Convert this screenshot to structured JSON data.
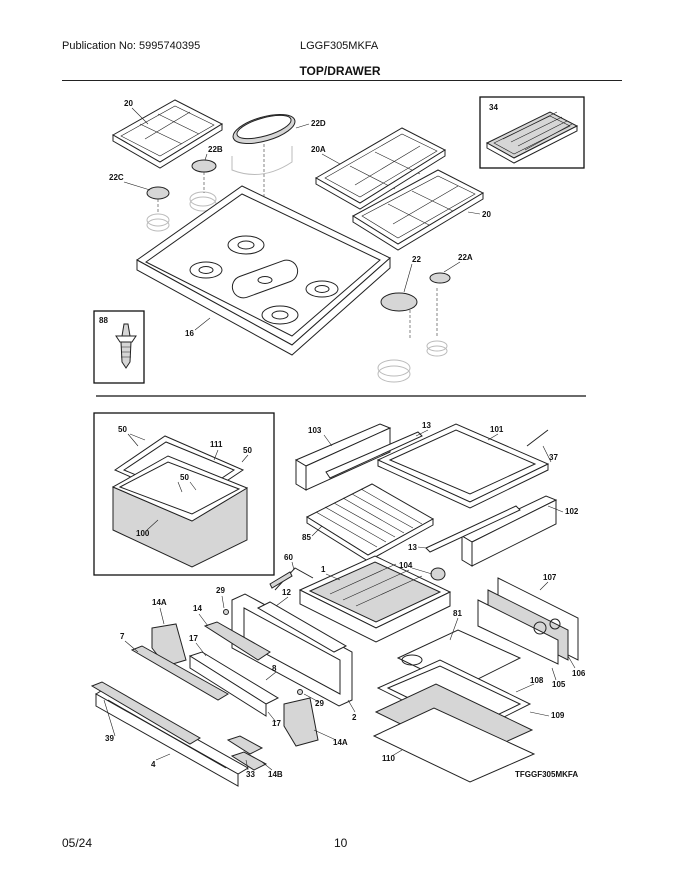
{
  "header": {
    "publication": "Publication No: 5995740395",
    "model": "LGGF305MKFA",
    "title": "TOP/DRAWER"
  },
  "diagram": {
    "code": "TFGGF305MKFA",
    "top_callouts": {
      "grate_left": "20",
      "cap_oval": "22D",
      "cap_22b": "22B",
      "cap_22c": "22C",
      "grate_20a": "20A",
      "grate_right": "20",
      "griddle": "34",
      "cap_22": "22",
      "cap_22a": "22A",
      "cooktop": "16",
      "screw": "88"
    },
    "bottom_callouts": {
      "c50a": "50",
      "c111": "111",
      "c50b": "50",
      "c50c": "50",
      "c100": "100",
      "c103": "103",
      "c13a": "13",
      "c101": "101",
      "c37": "37",
      "c102": "102",
      "c85": "85",
      "c13b": "13",
      "c60": "60",
      "c1": "1",
      "c104": "104",
      "c107": "107",
      "c29a": "29",
      "c14a": "14A",
      "c14": "14",
      "c12": "12",
      "c7": "7",
      "c17a": "17",
      "c8": "8",
      "c81": "81",
      "c108": "108",
      "c106": "106",
      "c105": "105",
      "c29b": "29",
      "c2": "2",
      "c109": "109",
      "c39": "39",
      "c17b": "17",
      "c14a2": "14A",
      "c4": "4",
      "c33": "33",
      "c14b": "14B",
      "c110": "110"
    }
  },
  "footer": {
    "date": "05/24",
    "page": "10"
  }
}
